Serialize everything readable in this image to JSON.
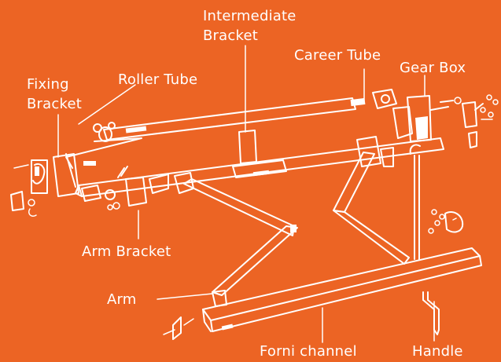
{
  "diagram": {
    "background_color": "#EC6424",
    "line_color": "#FFFFFF",
    "labels": {
      "intermediate_bracket_line1": "Intermediate",
      "intermediate_bracket_line2": "Bracket",
      "career_tube": "Career Tube",
      "gear_box": "Gear Box",
      "roller_tube": "Roller Tube",
      "fixing_bracket_line1": "Fixing",
      "fixing_bracket_line2": "Bracket",
      "arm_bracket": "Arm Bracket",
      "arm": "Arm",
      "front_channel": "Forni channel",
      "handle": "Handle"
    }
  }
}
